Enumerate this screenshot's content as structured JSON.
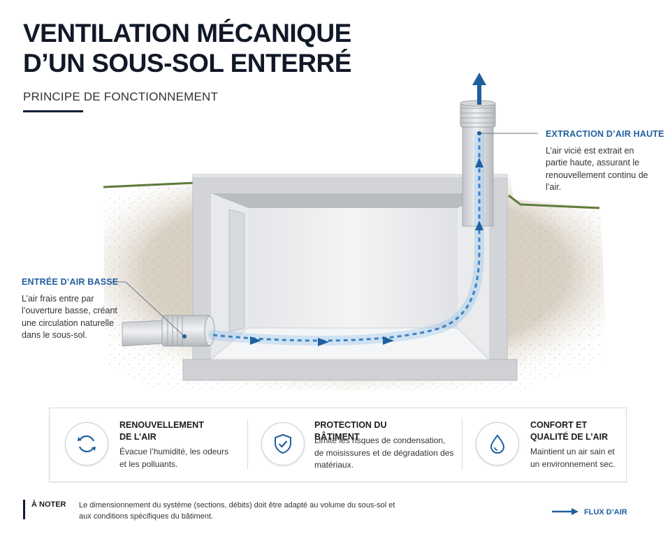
{
  "title": {
    "line1": "VENTILATION MÉCANIQUE",
    "line2": "D’UN SOUS-SOL ENTERRÉ"
  },
  "subtitle": "PRINCIPE DE FONCTIONNEMENT",
  "callouts": {
    "extraction": {
      "heading": "EXTRACTION D’AIR HAUTE",
      "text": "L’air vicié est extrait en partie haute, assurant le renouvellement continu de l’air."
    },
    "entree": {
      "heading": "ENTRÉE D’AIR BASSE",
      "text": "L’air frais entre par l’ouverture basse, créant une circulation naturelle dans le sous-sol."
    }
  },
  "features": [
    {
      "icon": "refresh-icon",
      "title_line1": "RENOUVELLEMENT",
      "title_line2": "DE L’AIR",
      "text": "Évacue l’humidité, les odeurs et les polluants."
    },
    {
      "icon": "shield-check-icon",
      "title_line1": "PROTECTION DU BÂTIMENT",
      "title_line2": "",
      "text": "Limite les risques de condensation, de moisissures et de dégradation des matériaux."
    },
    {
      "icon": "water-drop-icon",
      "title_line1": "CONFORT ET",
      "title_line2": "QUALITÉ DE L’AIR",
      "text": "Maintient un air sain et un environnement sec."
    }
  ],
  "note": {
    "label": "À NOTER",
    "text": "Le dimensionnement du système (sections, débits) doit être adapté au volume du sous-sol et aux conditions spécifiques du bâtiment."
  },
  "legend": {
    "label": "FLUX D’AIR"
  },
  "colors": {
    "navy": "#0f1c36",
    "accent_blue": "#1f5f9e",
    "airflow": "#3b82c4"
  }
}
